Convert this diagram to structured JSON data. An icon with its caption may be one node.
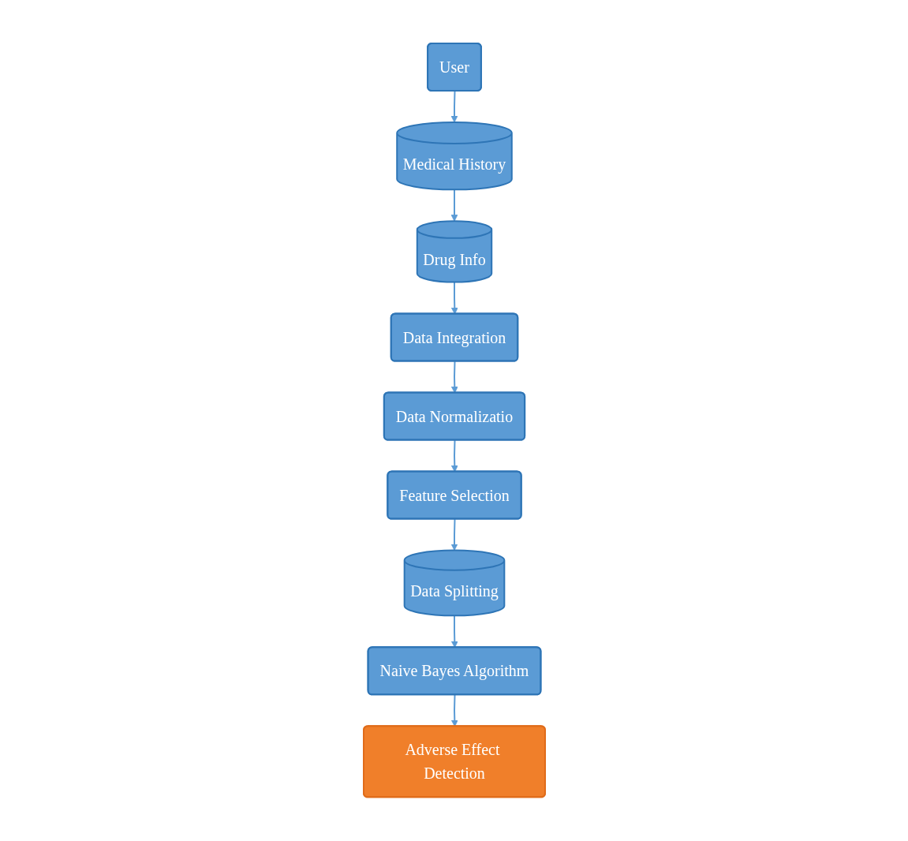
{
  "diagram": {
    "nodes": [
      {
        "text": [
          "User"
        ]
      },
      {
        "text": [
          "Medical History"
        ]
      },
      {
        "text": [
          "Drug Info"
        ]
      },
      {
        "text": [
          "Data Integration"
        ]
      },
      {
        "text": [
          "Data Normalizatio"
        ]
      },
      {
        "text": [
          "Feature Selection"
        ]
      },
      {
        "text": [
          "Data Splitting"
        ]
      },
      {
        "text": [
          "Naive Bayes Algorithm"
        ]
      },
      {
        "text": [
          "Adverse Effect Detection"
        ]
      }
    ],
    "edges": [
      {
        "from": 0,
        "to": 1,
        "arrow": "to"
      },
      {
        "from": 1,
        "to": 2,
        "arrow": "to"
      },
      {
        "from": 2,
        "to": 3,
        "arrow": "to"
      },
      {
        "from": 3,
        "to": 4,
        "arrow": "to"
      },
      {
        "from": 4,
        "to": 5,
        "arrow": "to"
      },
      {
        "from": 5,
        "to": 6,
        "arrow": "to"
      },
      {
        "from": 6,
        "to": 7,
        "arrow": "to"
      },
      {
        "from": 7,
        "to": 8,
        "arrow": "to"
      }
    ]
  }
}
